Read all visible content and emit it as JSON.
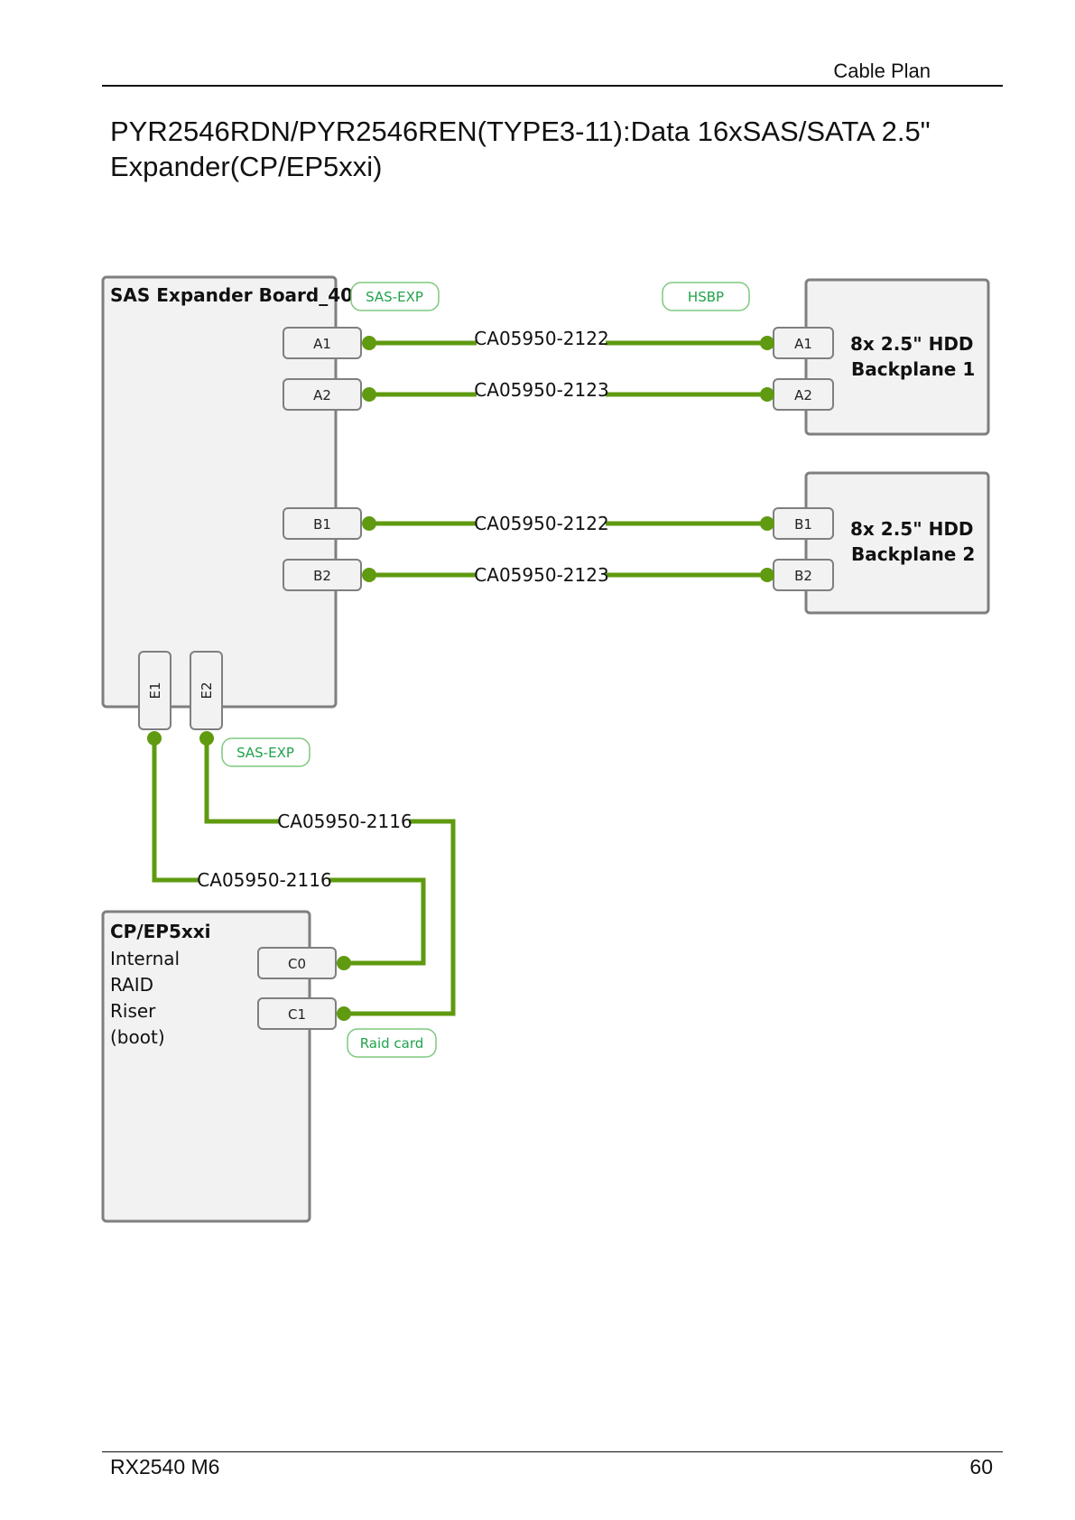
{
  "header": {
    "section": "Cable Plan"
  },
  "title": {
    "line1": "PYR2546RDN/PYR2546REN(TYPE3-11):Data 16xSAS/SATA 2.5\"",
    "line2": "Expander(CP/EP5xxi)"
  },
  "footer": {
    "model": "RX2540 M6",
    "page": "60"
  },
  "diagram": {
    "expander": {
      "title": "SAS Expander Board_40",
      "ports": [
        "A1",
        "A2",
        "B1",
        "B2",
        "E1",
        "E2"
      ]
    },
    "backplane1": {
      "line1": "8x 2.5\" HDD",
      "line2": "Backplane 1",
      "ports": [
        "A1",
        "A2"
      ]
    },
    "backplane2": {
      "line1": "8x 2.5\" HDD",
      "line2": "Backplane 2",
      "ports": [
        "B1",
        "B2"
      ]
    },
    "raid": {
      "title": "CP/EP5xxi",
      "lines": [
        "Internal",
        "RAID",
        "Riser",
        "(boot)"
      ],
      "ports": [
        "C0",
        "C1"
      ]
    },
    "tags": {
      "sas_exp_top": "SAS-EXP",
      "hsbp": "HSBP",
      "sas_exp_bottom": "SAS-EXP",
      "raid_card": "Raid card"
    },
    "cables": {
      "a1": "CA05950-2122",
      "a2": "CA05950-2123",
      "b1": "CA05950-2122",
      "b2": "CA05950-2123",
      "e2": "CA05950-2116",
      "e1": "CA05950-2116"
    },
    "cable_color": "#5f9a10",
    "tag_color": "#1fa34a"
  }
}
